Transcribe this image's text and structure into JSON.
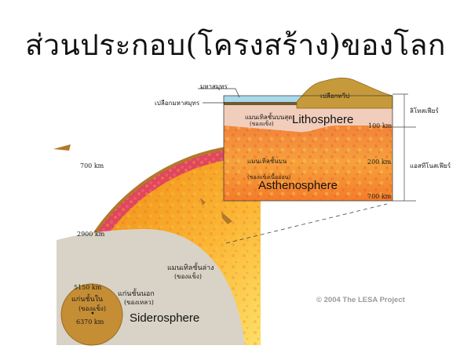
{
  "title": "ส่วนประกอบ(โครงสร้าง)ของโลก",
  "copyright": "© 2004  The LESA Project",
  "block": {
    "ocean_label": "มหาสมุทร",
    "oceanic_crust_label": "เปลือกมหาสมุทร",
    "continental_crust_label": "เปลือกทวีป",
    "upper_mantle_solid_label": "แมนเทิลชั้นบนสุด",
    "solid_note": "(ของแข็ง)",
    "lithosphere_label": "Lithosphere",
    "upper_mantle_label": "แมนเทิลชั้นบน",
    "semisolid_note": "(ของแข็งเนื้ออ่อน)",
    "asthenosphere_label": "Asthenosphere",
    "depth_100": "100 km",
    "depth_200": "200 km",
    "depth_700": "700 km",
    "lithosphere_side_label": "ลิโทสเฟียร์",
    "asthenosphere_side_label": "แอสทีโนสเฟียร์"
  },
  "earth": {
    "depth_700": "700 km",
    "depth_2900": "2900 km",
    "depth_5150": "5150 km",
    "depth_6370": "6370 km",
    "lower_mantle_label": "แมนเทิลชั้นล่าง",
    "lower_mantle_note": "(ของแข็ง)",
    "outer_core_label": "แก่นชั้นนอก",
    "outer_core_note": "(ของเหลว)",
    "inner_core_label": "แก่นชั้นใน",
    "inner_core_note": "(ของแข็ง)",
    "siderosphere_label": "Siderosphere"
  },
  "colors": {
    "mantle_orange": "#f7941d",
    "mantle_yellow": "#fbc02d",
    "upper_red": "#d9534f",
    "outer_core": "#d9d5c8",
    "inner_core": "#c9963f",
    "continent": "#c69a3a",
    "ocean": "#a8d8ea",
    "lithosphere_pink": "#f2c6b0"
  }
}
